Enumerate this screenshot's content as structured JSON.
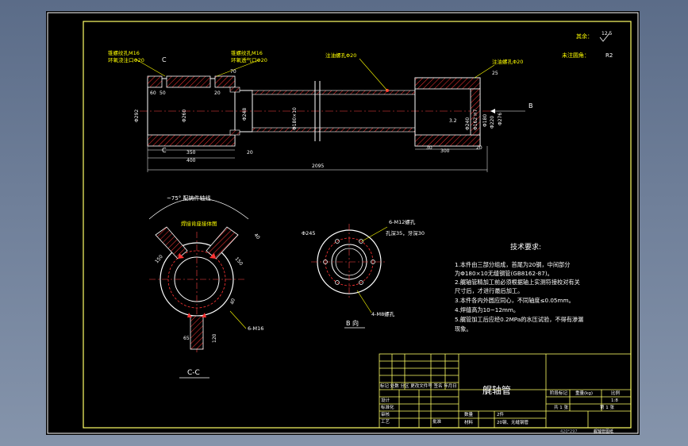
{
  "title_block": {
    "part_name": "艉轴管",
    "header_markings": "标记 处数 分区 更改文件号 签名 年月日",
    "row_design": "设计",
    "row_standard": "标准化",
    "row_check": "审核",
    "row_process": "工艺",
    "row_approve": "批准",
    "material_label": "材料",
    "stage_label": "阶段标记",
    "weight_label": "重量(kg)",
    "scale_label": "比例",
    "scale": "1:8",
    "sheets_total": "共 1 张",
    "sheet_no": "第 1 张",
    "quantity_label": "数量",
    "quantity": "2件",
    "material_note": "20钢、无缝钢管"
  },
  "top_right": {
    "other_label": "其余：",
    "roughness_all": "12.5",
    "rust_label": "未注圆角：",
    "fillet": "R2"
  },
  "callouts": {
    "thread_left": "锥螺纹孔M16",
    "thread_left_note": "环氧浇注口Φ20",
    "thread_mid": "锥螺纹孔M16",
    "vent_mid": "环氧透气口Φ20",
    "oil_top": "注油螺孔Φ20",
    "oil_right": "注油螺孔Φ20",
    "section_c": "C",
    "section_b": "B"
  },
  "dims": {
    "d60": "60",
    "d50": "50",
    "d70": "70",
    "d20a": "20",
    "d292": "Φ292",
    "d260": "Φ260",
    "d248": "Φ248",
    "d180": "Φ180×10",
    "d240": "Φ240",
    "d162": "Φ162 H7",
    "d180r": "Φ180",
    "d220": "Φ220",
    "d276": "Φ276",
    "d25": "25",
    "d20b": "20",
    "d30": "30",
    "d300": "300",
    "d350": "350",
    "d400": "400",
    "d20c": "20",
    "d2095": "2095",
    "rough32": "3.2"
  },
  "view_cc": {
    "arc_note": "~75° 配铸件轴线",
    "weld_note": "焊接肯座接体图",
    "d150a": "150",
    "d150b": "150",
    "d40": "40",
    "d65": "65",
    "d120": "120",
    "d40b": "40",
    "holes": "6-M16",
    "label": "C-C"
  },
  "view_b": {
    "phi": "Φ245",
    "holes_note": "6-M12螺孔",
    "holes_depth": "孔深35，牙深30",
    "extra": "4-M8螺孔",
    "label": "B 向"
  },
  "tech_req": {
    "heading": "技术要求:",
    "lines": [
      "1.本件由三部分组成，首尾为20钢，中间部分",
      "   为Φ180×10无缝钢管(GB8162-87)。",
      "2.艉轴管精加工前必须根据轴上实测符接校对有关",
      "   尺寸后，才进行最后加工。",
      "3.本件各内外圆应同心，不同轴度≤0.05mm。",
      "4.焊缝高为10~12mm。",
      "5.艉管加工后应经0.2MPa的水压试验，不得有渗漏",
      "   现象。"
    ]
  },
  "footer": {
    "size": "420*297",
    "note": "艉轴管图纸"
  }
}
